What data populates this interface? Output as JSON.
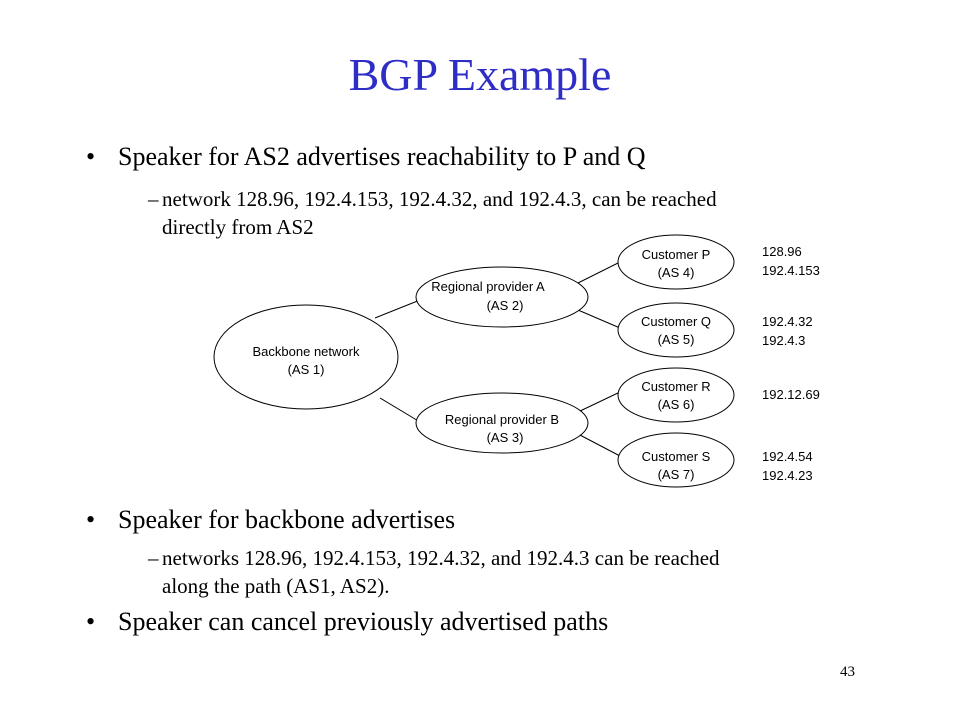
{
  "slide": {
    "title": "BGP Example",
    "bullets": [
      {
        "text": "Speaker for AS2 advertises reachability to P and Q",
        "sub": {
          "dash": "–",
          "line1": "network 128.96, 192.4.153, 192.4.32, and 192.4.3, can be reached",
          "line2": "directly from AS2"
        }
      },
      {
        "text": "Speaker for backbone advertises",
        "sub": {
          "dash": "–",
          "line1": "networks 128.96, 192.4.153, 192.4.32, and 192.4.3 can be reached",
          "line2": "along the path (AS1, AS2)."
        }
      },
      {
        "text": "Speaker can cancel previously advertised paths"
      }
    ],
    "bullet_symbol": "•",
    "page_number": "43",
    "title_color": "#2e2ec7"
  },
  "diagram": {
    "nodes": {
      "backbone": {
        "line1": "Backbone network",
        "line2": "(AS 1)"
      },
      "provider_a": {
        "line1": "Regional provider A",
        "line2": "(AS 2)"
      },
      "provider_b": {
        "line1": "Regional provider B",
        "line2": "(AS 3)"
      },
      "customer_p": {
        "line1": "Customer P",
        "line2": "(AS 4)"
      },
      "customer_q": {
        "line1": "Customer Q",
        "line2": "(AS 5)"
      },
      "customer_r": {
        "line1": "Customer R",
        "line2": "(AS 6)"
      },
      "customer_s": {
        "line1": "Customer S",
        "line2": "(AS 7)"
      }
    },
    "prefixes": {
      "p": [
        "128.96",
        "192.4.153"
      ],
      "q": [
        "192.4.32",
        "192.4.3"
      ],
      "r": [
        "192.12.69"
      ],
      "s": [
        "192.4.54",
        "192.4.23"
      ]
    }
  }
}
